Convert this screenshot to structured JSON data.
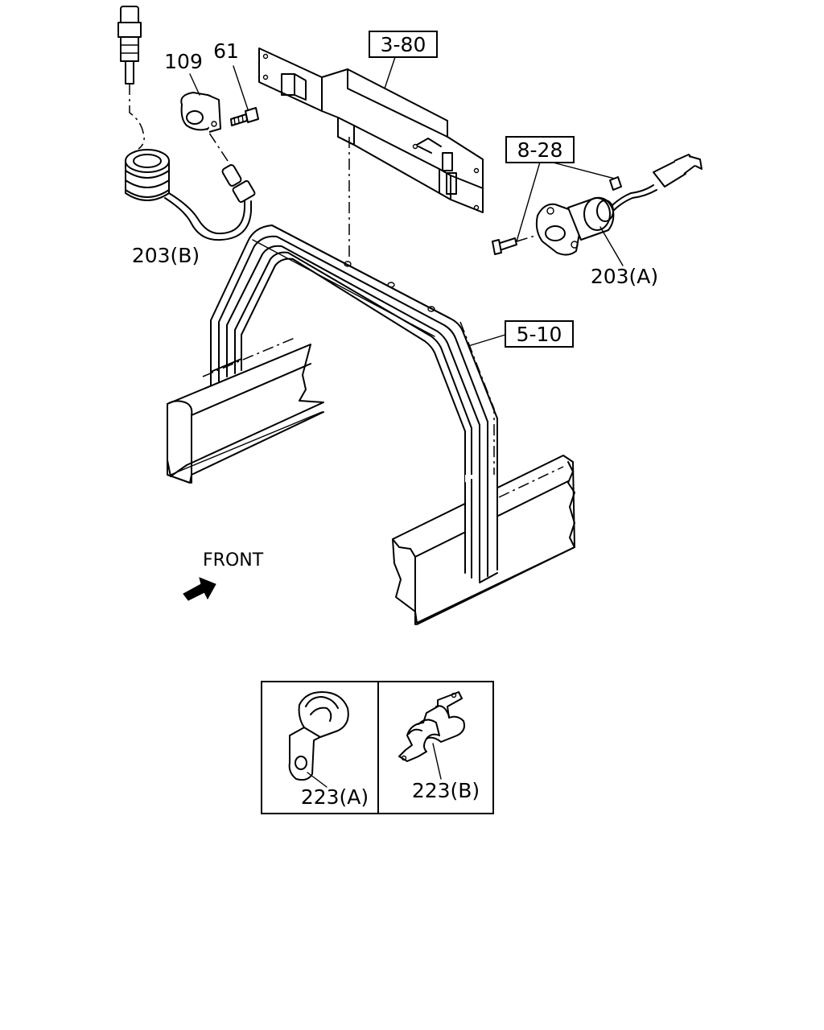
{
  "labels": {
    "bracket_ref": "3-80",
    "clamp": "109",
    "bolt": "61",
    "cable_b": "203(B)",
    "hardware_ref": "8-28",
    "sensor_a": "203(A)",
    "frame_ref": "5-10",
    "front": "FRONT",
    "clip_a": "223(A)",
    "clip_b": "223(B)"
  },
  "icons": {
    "front_arrow": "arrow-icon"
  },
  "colors": {
    "line": "#000000",
    "background": "#ffffff"
  }
}
